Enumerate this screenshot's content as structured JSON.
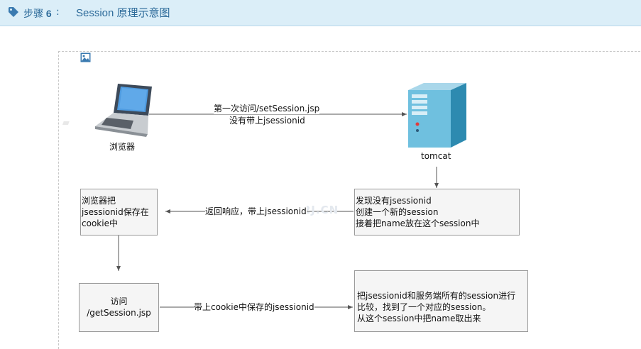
{
  "header": {
    "step_label": "步骤",
    "step_number": "6",
    "separator": ":",
    "title": "Session 原理示意图"
  },
  "diagram": {
    "browser_label": "浏览器",
    "server_label": "tomcat",
    "arrow1_line1": "第一次访问/setSession.jsp",
    "arrow1_line2": "没有带上jsessionid",
    "server_box_lines": [
      "发现没有jsessionid",
      "创建一个新的session",
      "接着把name放在这个session中"
    ],
    "arrow2_label": "返回响应，带上jsessionid",
    "browser_box_lines": [
      "浏览器把",
      "jsessionid保存在",
      "cookie中"
    ],
    "visit_box_lines": [
      "访问",
      "/getSession.jsp"
    ],
    "arrow3_label": "带上cookie中保存的jsessionid",
    "match_box_lines": [
      "把jsessionid和服务端所有的session进行",
      "比较，找到了一个对应的session。",
      "从这个session中把name取出来"
    ]
  },
  "colors": {
    "header_bg": "#dbeef8",
    "accent": "#2d6b9a",
    "box_bg": "#f5f5f5",
    "arrow": "#555555"
  },
  "icons": {
    "tag": "tag-icon",
    "image": "image-icon",
    "laptop": "laptop-icon",
    "server": "server-icon"
  }
}
